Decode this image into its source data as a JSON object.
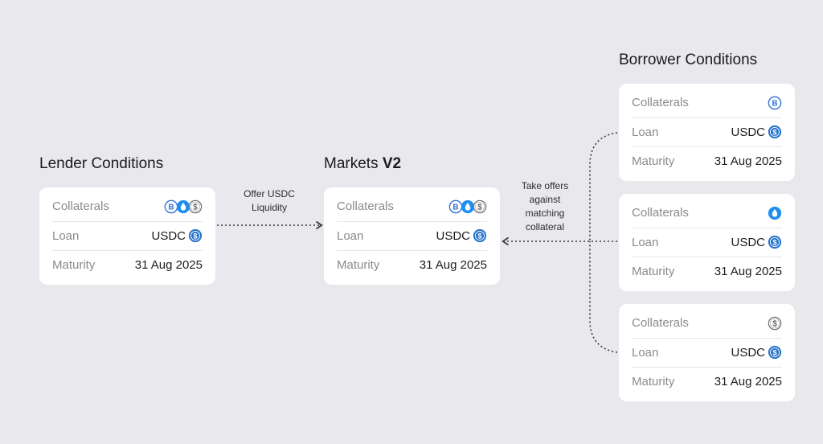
{
  "lender": {
    "title": "Lender Conditions",
    "collaterals_label": "Collaterals",
    "loan_label": "Loan",
    "loan_value": "USDC",
    "maturity_label": "Maturity",
    "maturity_value": "31 Aug 2025"
  },
  "markets": {
    "title_prefix": "Markets",
    "title_bold": "V2",
    "collaterals_label": "Collaterals",
    "loan_label": "Loan",
    "loan_value": "USDC",
    "maturity_label": "Maturity",
    "maturity_value": "31 Aug 2025"
  },
  "borrower": {
    "title": "Borrower Conditions",
    "cards": [
      {
        "collaterals_label": "Collaterals",
        "loan_label": "Loan",
        "loan_value": "USDC",
        "maturity_label": "Maturity",
        "maturity_value": "31 Aug 2025",
        "collateral_icon": "bitcoin-icon"
      },
      {
        "collaterals_label": "Collaterals",
        "loan_label": "Loan",
        "loan_value": "USDC",
        "maturity_label": "Maturity",
        "maturity_value": "31 Aug 2025",
        "collateral_icon": "water-drop-icon"
      },
      {
        "collaterals_label": "Collaterals",
        "loan_label": "Loan",
        "loan_value": "USDC",
        "maturity_label": "Maturity",
        "maturity_value": "31 Aug 2025",
        "collateral_icon": "dollar-coin-icon"
      }
    ]
  },
  "notes": {
    "offer_line1": "Offer USDC",
    "offer_line2": "Liquidity",
    "take_line1": "Take offers",
    "take_line2": "against",
    "take_line3": "matching",
    "take_line4": "collateral"
  },
  "colors": {
    "background": "#e8e8ed",
    "card": "#ffffff",
    "bitcoin_blue": "#2f6fd6",
    "drop_blue": "#1f8ef1",
    "usdc_blue": "#2775ca",
    "dollar_gray": "#8a8a8f"
  }
}
